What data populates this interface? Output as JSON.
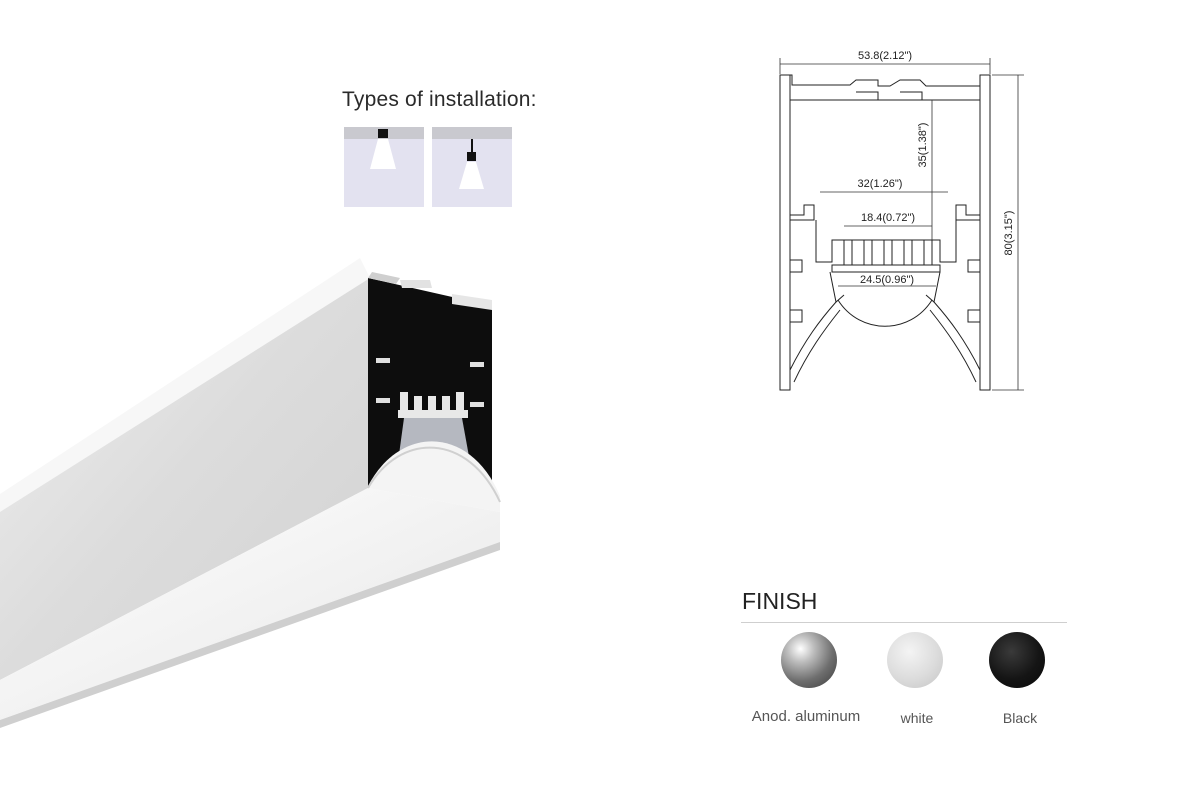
{
  "installation": {
    "title": "Types of installation:",
    "types": [
      "surface-mounted",
      "suspended"
    ]
  },
  "drawing": {
    "width": "53.8(2.12\")",
    "height": "80(3.15\")",
    "depth": "35(1.38\")",
    "inner_width": "32(1.26\")",
    "slot_width": "18.4(0.72\")",
    "diffuser_width": "24.5(0.96\")"
  },
  "finish": {
    "title": "FINISH",
    "options": [
      {
        "label": "Anod. aluminum",
        "color": "#9a9a9a"
      },
      {
        "label": "white",
        "color": "#d6d6d6"
      },
      {
        "label": "Black",
        "color": "#1a1a1a"
      }
    ]
  }
}
